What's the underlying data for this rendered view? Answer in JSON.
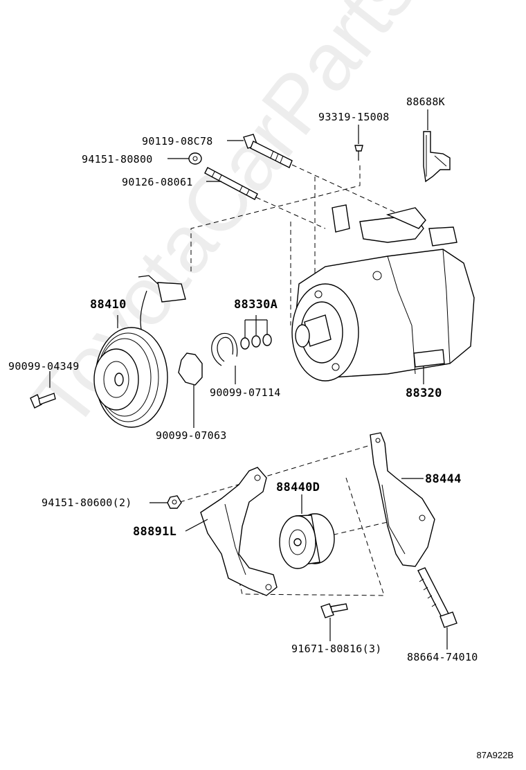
{
  "parts": {
    "p88688k": "88688K",
    "p93319": "93319-15008",
    "p90119": "90119-08C78",
    "p94151_80800": "94151-80800",
    "p90126": "90126-08061",
    "p88410": "88410",
    "p88330a": "88330A",
    "p90099_04349": "90099-04349",
    "p90099_07114": "90099-07114",
    "p88320": "88320",
    "p90099_07063": "90099-07063",
    "p88444": "88444",
    "p88440d": "88440D",
    "p94151_80600": "94151-80600(2)",
    "p88891l": "88891L",
    "p91671": "91671-80816(3)",
    "p88664": "88664-74010"
  },
  "diagram_code": "87A922B",
  "watermark": "ToyotaCarParts.ru"
}
